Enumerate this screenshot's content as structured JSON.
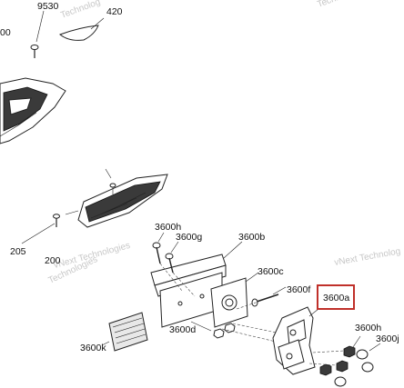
{
  "callouts": {
    "c9530": "9530",
    "c420": "420",
    "c00": "00",
    "c205": "205",
    "c200": "200",
    "c3600h_top": "3600h",
    "c3600g": "3600g",
    "c3600b": "3600b",
    "c3600c": "3600c",
    "c3600f": "3600f",
    "c3600a": "3600a",
    "c3600d": "3600d",
    "c3600k": "3600k",
    "c3600h_right": "3600h",
    "c3600j": "3600j"
  },
  "highlight_color": "#c0302a",
  "watermark": {
    "brand_1": "vNext Technologies",
    "brand_2": "Technologies",
    "brand_3": "vNext Technolog",
    "brand_4": "Technolog",
    "brand_5": "Technologies"
  }
}
